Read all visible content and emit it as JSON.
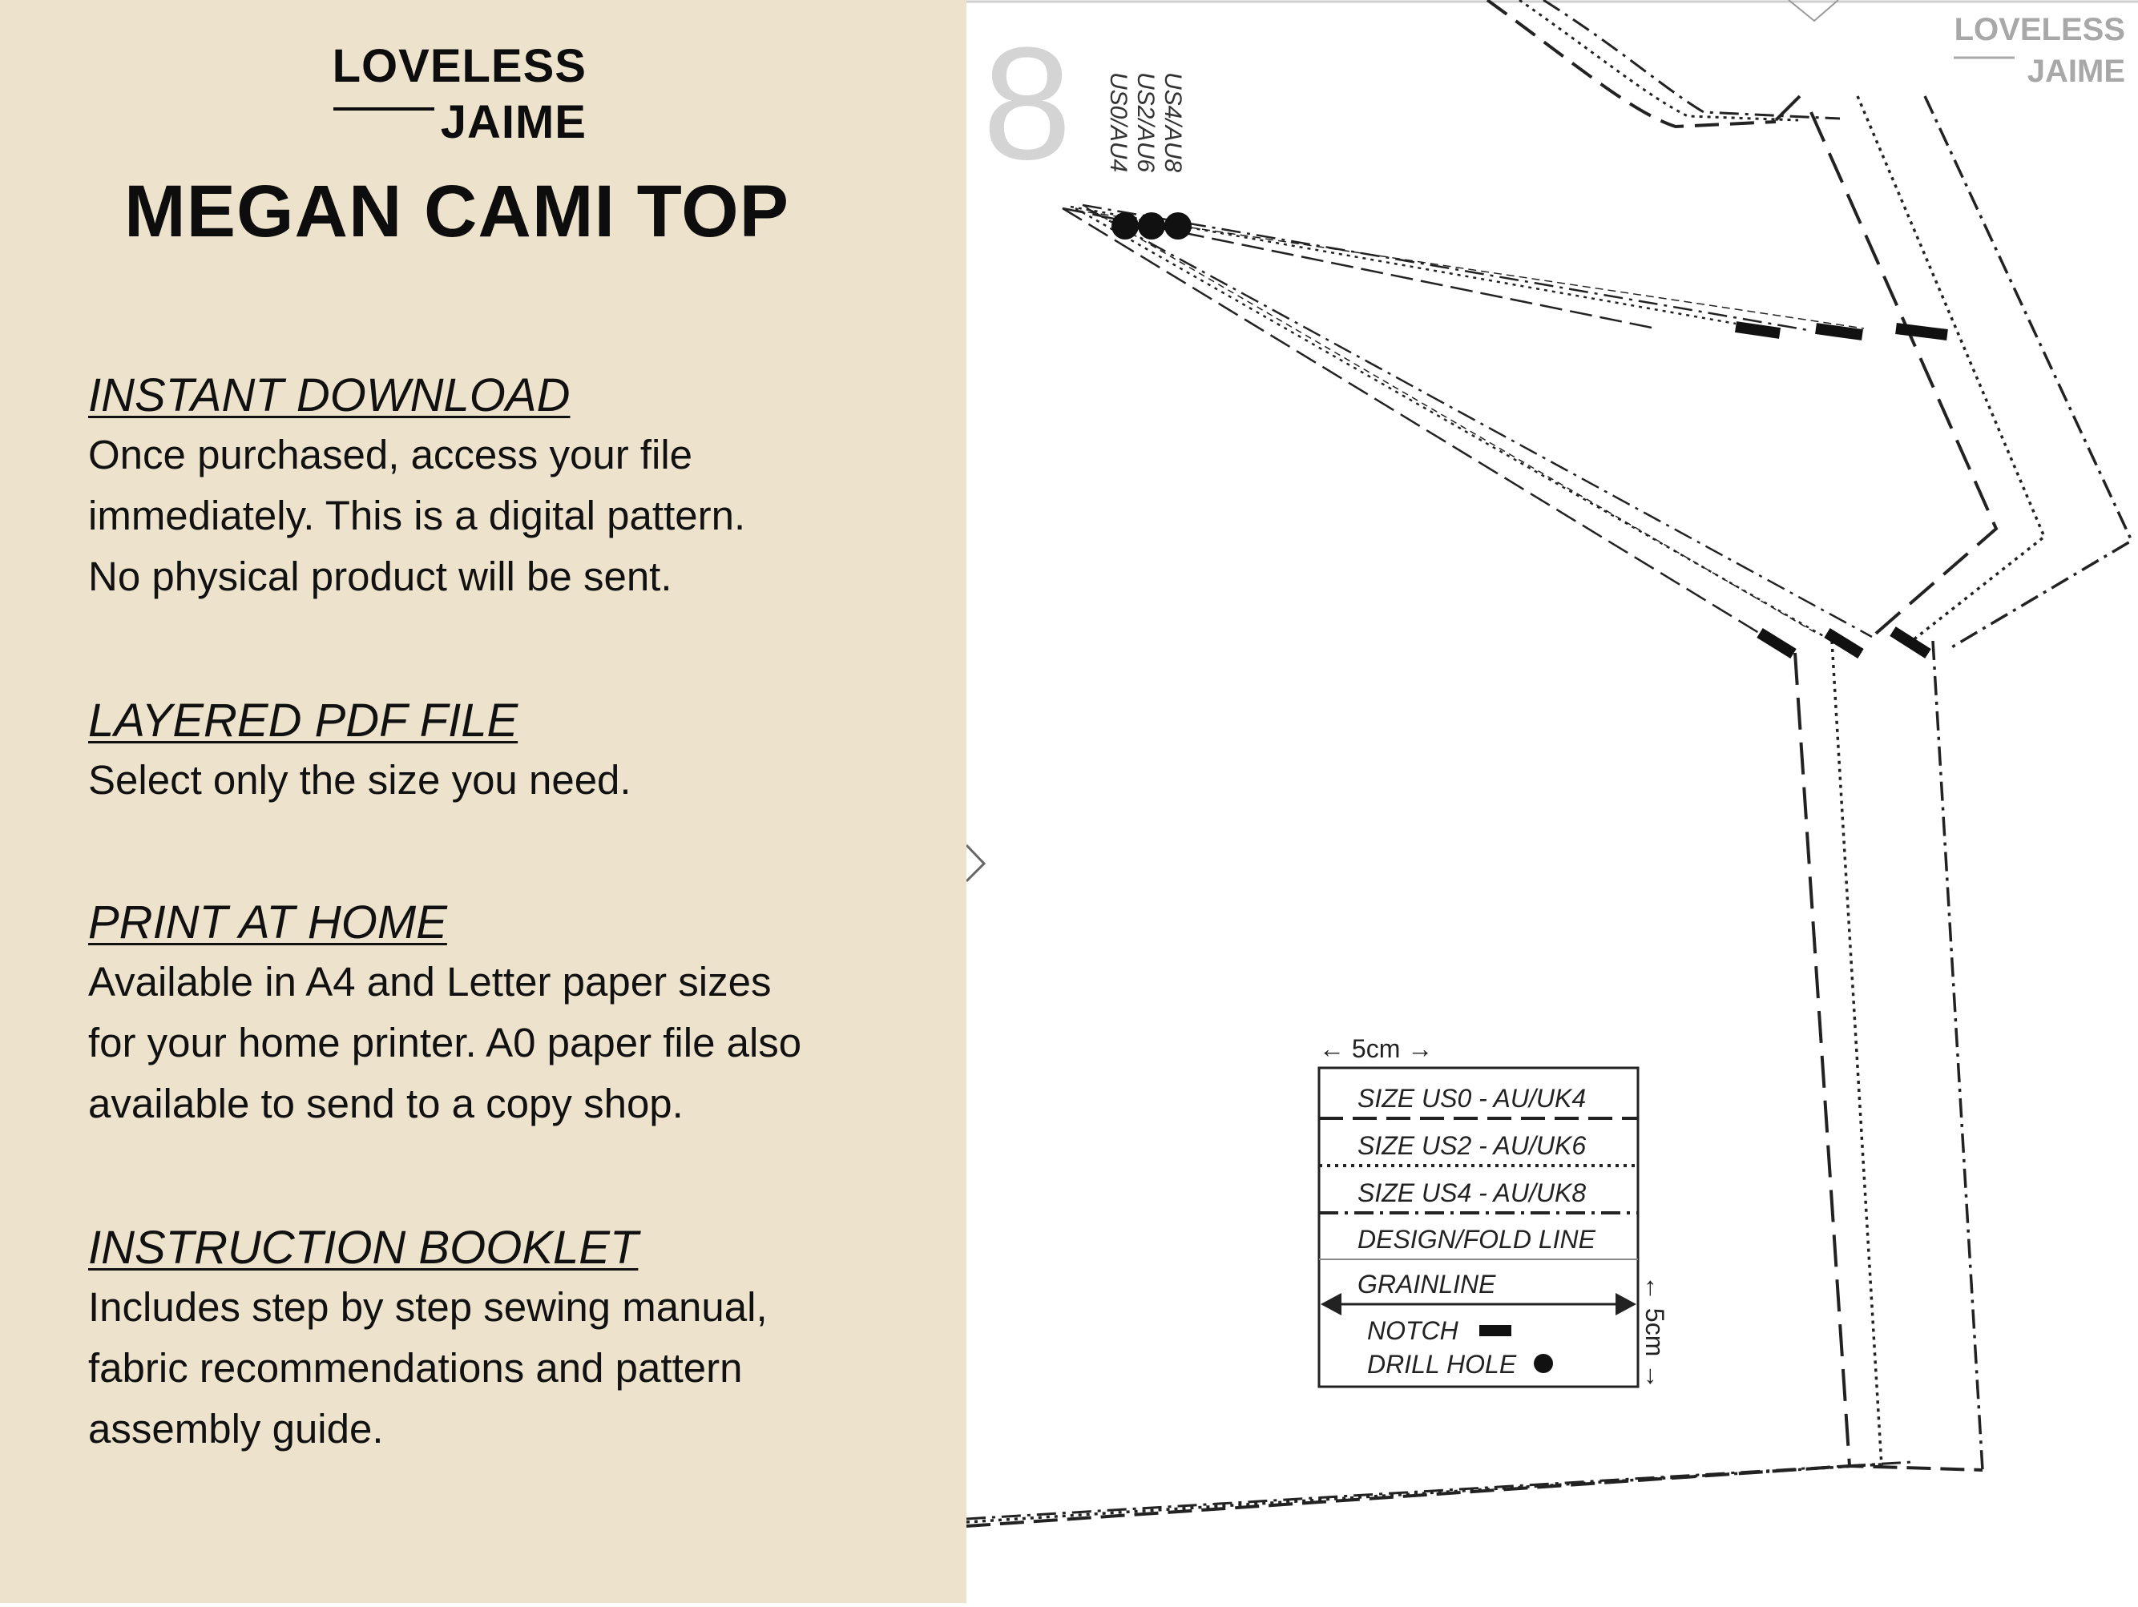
{
  "brand": {
    "line1": "LOVELESS",
    "line2": "JAIME"
  },
  "title": "MEGAN CAMI TOP",
  "sections": [
    {
      "heading": "INSTANT DOWNLOAD",
      "lines": [
        "Once purchased, access your file",
        "immediately. This is a digital pattern.",
        "No physical product will be sent."
      ]
    },
    {
      "heading": "LAYERED PDF FILE",
      "lines": [
        "Select only the size you need."
      ]
    },
    {
      "heading": "PRINT AT HOME",
      "lines": [
        "Available in A4 and Letter paper sizes",
        "for your home printer. A0 paper file also",
        "available to send to a copy shop."
      ]
    },
    {
      "heading": "INSTRUCTION BOOKLET",
      "lines": [
        "Includes step by step sewing manual,",
        "fabric recommendations and pattern",
        "assembly guide."
      ]
    }
  ],
  "pattern": {
    "piece_number": "8",
    "size_labels": [
      "US4/AU8",
      "US2/AU6",
      "US0/AU4"
    ],
    "watermark": {
      "line1": "LOVELESS",
      "line2": "JAIME"
    },
    "legend": {
      "scale_width": "5cm",
      "scale_height": "5cm",
      "rows": [
        "SIZE US0 - AU/UK4",
        "SIZE US2 - AU/UK6",
        "SIZE US4 - AU/UK8",
        "DESIGN/FOLD LINE",
        "GRAINLINE"
      ],
      "notch": "NOTCH",
      "drill_hole": "DRILL HOLE"
    }
  }
}
